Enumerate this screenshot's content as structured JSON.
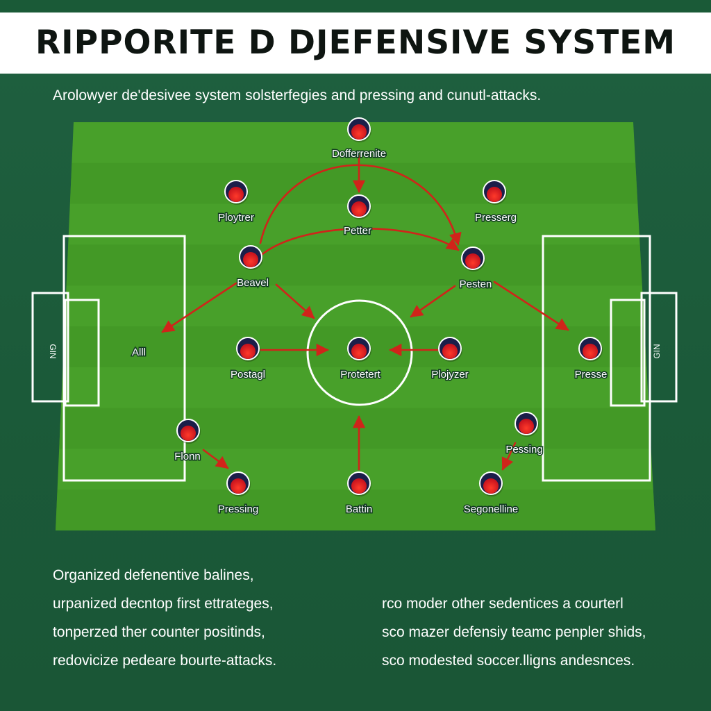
{
  "header": {
    "title": "RIPPORITE D DJEFENSIVE SYSTEM"
  },
  "subtitle": "Arolowyer de'desivee system solsterfegies and pressing and cunutl-attacks.",
  "pitch": {
    "colors": {
      "grass_light": "#4fa82c",
      "grass_dark": "#3f9322",
      "lines": "#ffffff",
      "arrows": "#d0241a",
      "player_fill": "#e8202a",
      "player_ring": "#1b1f4a"
    },
    "goal_labels": {
      "left": "GIN",
      "right": "GIN"
    },
    "zone_label": "Alll",
    "players": [
      {
        "label": "Dofferrenite"
      },
      {
        "label": "Ploytrer"
      },
      {
        "label": "Petter"
      },
      {
        "label": "Presserg"
      },
      {
        "label": "Beavel"
      },
      {
        "label": "Pesten"
      },
      {
        "label": "Postagl"
      },
      {
        "label": "Protetert"
      },
      {
        "label": "Plojyzer"
      },
      {
        "label": "Presse"
      },
      {
        "label": "Flonn"
      },
      {
        "label": "Pessing"
      },
      {
        "label": "Pressing"
      },
      {
        "label": "Battin"
      },
      {
        "label": "Segonelline"
      }
    ]
  },
  "notes": {
    "left": [
      "Organized defenentive balines,",
      "urpanized decntop first ettrateges,",
      "tonperzed ther counter positinds,",
      "redovicize pedeare bourte-attacks."
    ],
    "right": [
      "rco moder other sedentices a courterl",
      "sco mazer defensiy teamc penpler shids,",
      "sco modested soccer.lligns andesnces."
    ]
  }
}
